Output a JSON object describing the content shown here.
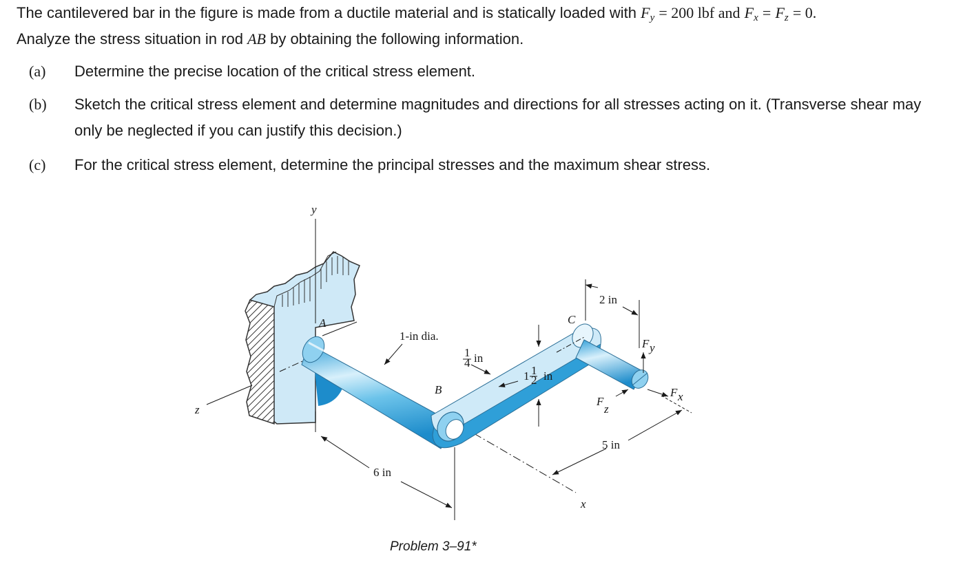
{
  "problem": {
    "intro_prefix": "The cantilevered bar in the figure is made from a ductile material and is statically loaded with",
    "fy_sym": "F",
    "fy_sub": "y",
    "fy_eq": "= 200 lbf and",
    "fx_sym": "F",
    "fx_sub": "x",
    "fz_sym": "F",
    "fz_sub": "z",
    "eq_zero": "= 0.",
    "intro_line2_a": "Analyze the stress situation in rod",
    "rod": "AB",
    "intro_line2_b": "by obtaining the following information.",
    "parts": [
      {
        "label": "(a)",
        "text": "Determine the precise location of the critical stress element."
      },
      {
        "label": "(b)",
        "text": "Sketch the critical stress element and determine magnitudes and directions for all stresses acting on it. (Transverse shear may only be neglected if you can justify this decision.)"
      },
      {
        "label": "(c)",
        "text": "For the critical stress element, determine the principal stresses and the maximum shear stress."
      }
    ]
  },
  "figure": {
    "axis_y": "y",
    "axis_z": "z",
    "axis_x": "x",
    "point_a": "A",
    "point_b": "B",
    "point_c": "C",
    "diameter": "1-in dia.",
    "thickness": "in",
    "thickness_frac": "1/4",
    "width": "in",
    "width_whole": "1",
    "width_frac": "1/2",
    "dim_2in": "2 in",
    "dim_5in": "5 in",
    "dim_6in": "6 in",
    "force_y": "F",
    "force_y_sub": "y",
    "force_x": "F",
    "force_x_sub": "x",
    "force_z": "F",
    "force_z_sub": "z",
    "caption": "Problem 3–91*"
  }
}
